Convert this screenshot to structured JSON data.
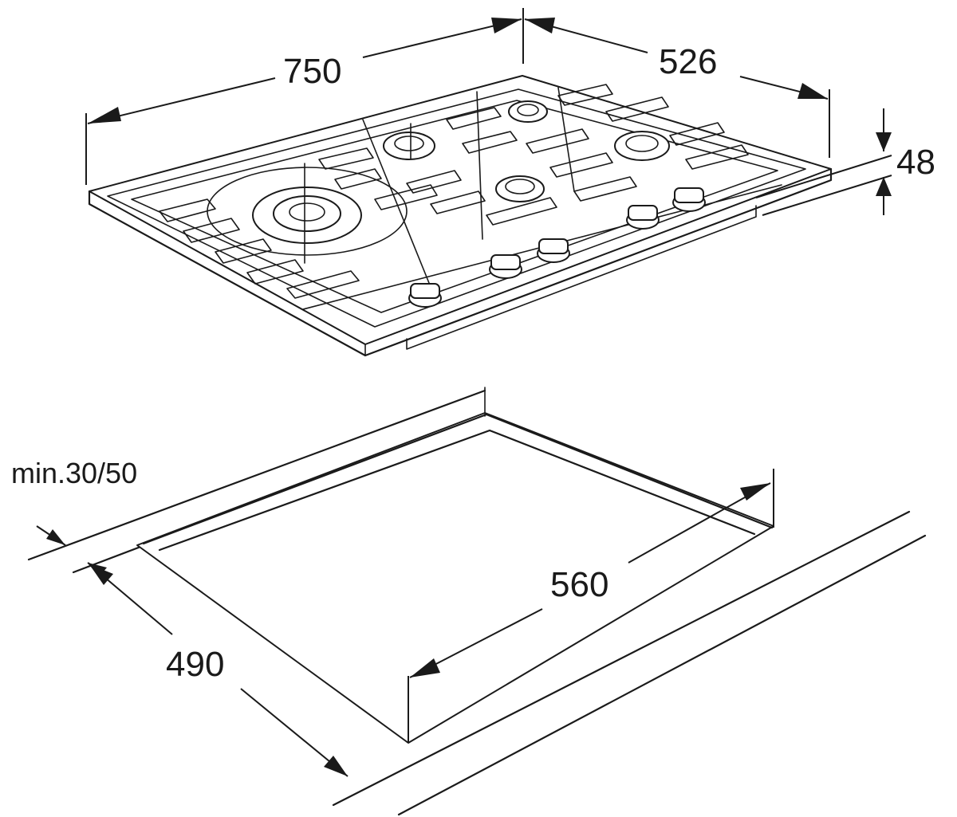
{
  "dimensions": {
    "hob_width": "750",
    "hob_depth": "526",
    "hob_height": "48",
    "cutout_width": "560",
    "cutout_depth": "490",
    "min_clearance": "min.30/50"
  },
  "burners": [
    {
      "name": "wok-burner"
    },
    {
      "name": "rear-left-burner"
    },
    {
      "name": "rear-center-burner"
    },
    {
      "name": "center-burner"
    },
    {
      "name": "right-burner"
    }
  ],
  "control_knobs": [
    {
      "name": "knob-1"
    },
    {
      "name": "knob-2"
    },
    {
      "name": "knob-3"
    },
    {
      "name": "knob-4"
    },
    {
      "name": "knob-5"
    }
  ]
}
